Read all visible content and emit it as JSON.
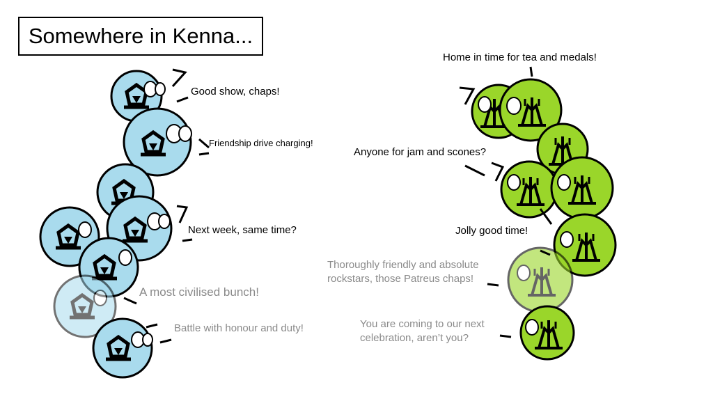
{
  "title": "Somewhere in Kenna...",
  "colors": {
    "blue_ball": "#a9dbed",
    "green_ball": "#9ad62a",
    "outline": "#000000",
    "faded_text": "#8a8a8a"
  },
  "left_group": {
    "quotes": [
      "Good show, chaps!",
      "Friendship drive charging!",
      "Next week, same time?",
      "A most civilised bunch!",
      "Battle with honour and duty!"
    ]
  },
  "right_group": {
    "quotes": [
      "Home in time for tea and medals!",
      "Anyone for jam and scones?",
      "Jolly good time!",
      "Thoroughly friendly and absolute rockstars, those Patreus chaps!",
      "You are coming to our next celebration, aren’t you?"
    ]
  }
}
